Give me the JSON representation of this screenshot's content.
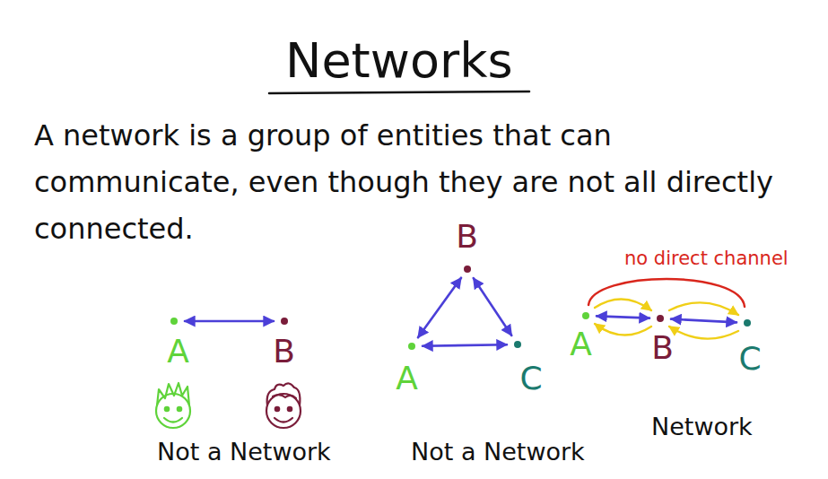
{
  "diagram": {
    "title": "Networks",
    "nodes": [
      {
        "text": [
          "A"
        ]
      },
      {
        "text": [
          "B"
        ]
      },
      {
        "text": [
          "B"
        ]
      },
      {
        "text": [
          "A"
        ]
      },
      {
        "text": [
          "C"
        ]
      },
      {
        "text": [
          "A"
        ]
      },
      {
        "text": [
          "B"
        ]
      },
      {
        "text": [
          "C"
        ]
      }
    ],
    "edges": [
      {
        "from": 0,
        "to": 1,
        "arrow": "both"
      },
      {
        "from": 2,
        "to": 3,
        "arrow": "both"
      },
      {
        "from": 2,
        "to": 4,
        "arrow": "both"
      },
      {
        "from": 3,
        "to": 4,
        "arrow": "both"
      },
      {
        "from": 5,
        "to": 6,
        "arrow": "both"
      },
      {
        "from": 6,
        "to": 7,
        "arrow": "both"
      },
      {
        "from": 5,
        "to": 6,
        "arrow": "to"
      },
      {
        "from": 6,
        "to": 7,
        "arrow": "to"
      },
      {
        "from": 7,
        "to": 6,
        "arrow": "to"
      },
      {
        "from": 6,
        "to": 5,
        "arrow": "to"
      }
    ],
    "labels": [
      "A network is a group of entities that can communicate, even though they are not all directly connected.",
      "no direct channel",
      "Not a Network",
      "Not a Network",
      "Network"
    ]
  }
}
